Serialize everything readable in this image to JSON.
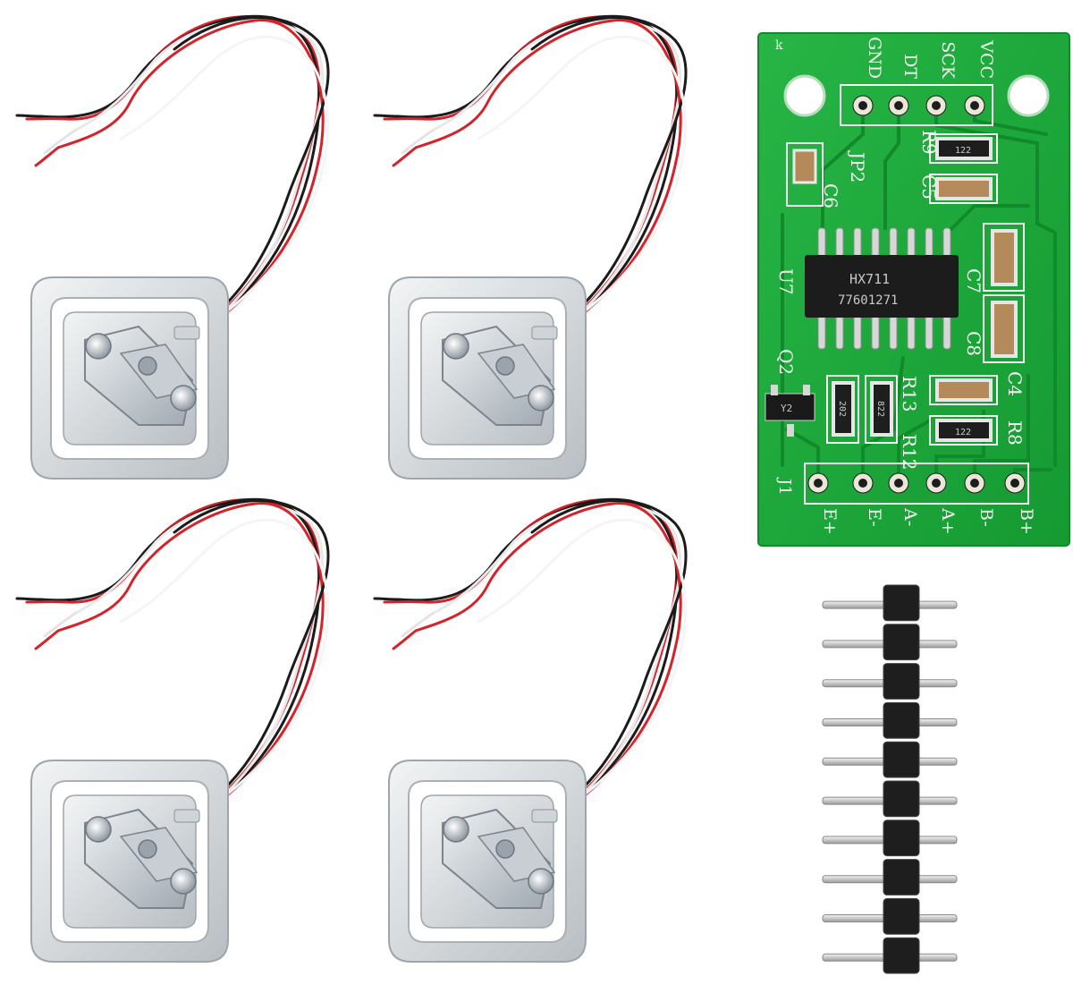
{
  "colors": {
    "background": "#ffffff",
    "pcb": "#1faa3a",
    "pcb_trace": "#1a8f31",
    "silkscreen": "#f4f8f2",
    "chip": "#1c1c1c",
    "metal": "#d9dde0",
    "wire_red": "#d4232a",
    "wire_black": "#1b1b1b",
    "wire_white": "#f2f2f2",
    "header_plastic": "#1e1e1e",
    "header_pin": "#cfcfcf"
  },
  "load_cells": [
    {
      "name": "load-cell-1"
    },
    {
      "name": "load-cell-2"
    },
    {
      "name": "load-cell-3"
    },
    {
      "name": "load-cell-4"
    }
  ],
  "board": {
    "corner_mark": "k",
    "top_pins": [
      "GND",
      "DT",
      "SCK",
      "VCC"
    ],
    "bottom_pins": [
      "E+",
      "E-",
      "A-",
      "A+",
      "B-",
      "B+"
    ],
    "chip": {
      "name": "HX711",
      "code": "77601271"
    },
    "labels": {
      "u7": "U7",
      "jp2": "JP2",
      "j1": "J1",
      "q2": "Q2",
      "c4": "C4",
      "c5": "C5",
      "c6": "C6",
      "c7": "C7",
      "c8": "C8",
      "r8": "R8",
      "r9": "R9",
      "r12": "R12",
      "r13": "R13"
    },
    "component_codes": {
      "r9_code": "122",
      "r8_code": "122",
      "r12_code": "202",
      "r13_code": "822",
      "q2_code": "Y2"
    }
  },
  "pin_header": {
    "pin_count": 10
  }
}
